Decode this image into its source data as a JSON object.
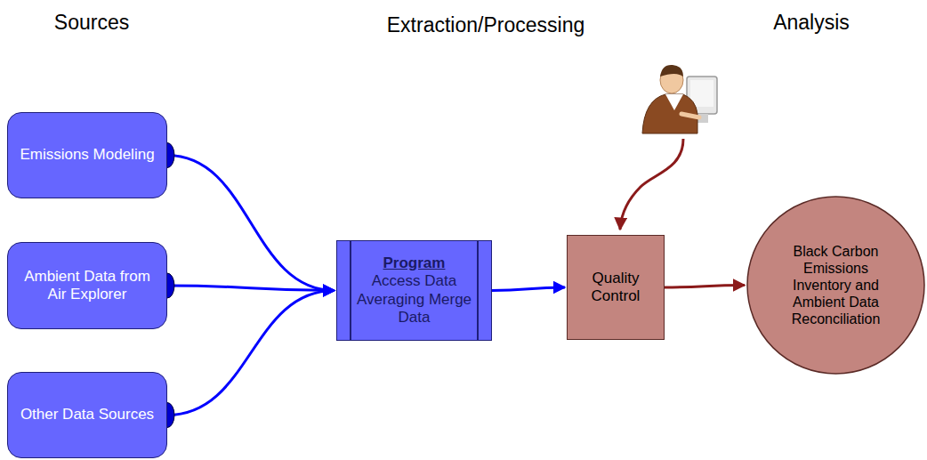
{
  "diagram": {
    "nodes": [
      {
        "text": [
          "Emissions Modeling"
        ]
      },
      {
        "text": [
          "Ambient Data from Air Explorer"
        ]
      },
      {
        "text": [
          "Other Data Sources"
        ]
      },
      {
        "text": [
          "Program",
          "Access Data Averaging Merge Data"
        ]
      },
      {
        "text": [
          "Quality Control"
        ]
      },
      {
        "text": [
          "Black Carbon Emissions Inventory and Ambient Data Reconciliation"
        ]
      }
    ],
    "edges": [
      {
        "from": 0,
        "to": 3,
        "arrow": "to"
      },
      {
        "from": 1,
        "to": 3,
        "arrow": "to"
      },
      {
        "from": 2,
        "to": 3,
        "arrow": "to"
      },
      {
        "from": 3,
        "to": 4,
        "arrow": "to"
      },
      {
        "from": 4,
        "to": 5,
        "arrow": "to"
      }
    ],
    "labels": [
      "Sources",
      "Extraction/Processing",
      "Analysis"
    ]
  }
}
